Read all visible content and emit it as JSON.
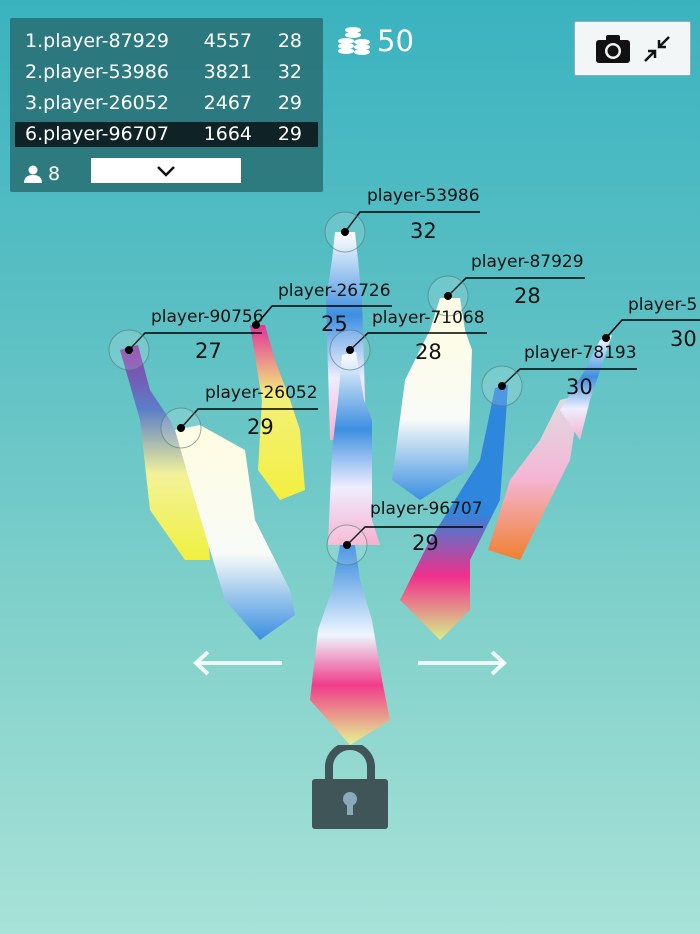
{
  "leaderboard": {
    "rows": [
      {
        "name": "1.player-87929",
        "score": "4557",
        "height": "28"
      },
      {
        "name": "2.player-53986",
        "score": "3821",
        "height": "32"
      },
      {
        "name": "3.player-26052",
        "score": "2467",
        "height": "29"
      },
      {
        "name": "6.player-96707",
        "score": "1664",
        "height": "29",
        "current": true
      }
    ],
    "player_count": "8",
    "icons": {
      "players": "user-icon",
      "expand": "chevron-down-icon"
    }
  },
  "coins": {
    "value": "50",
    "icon": "coins-stack-icon"
  },
  "camera_button": {
    "icons": [
      "camera-icon",
      "collapse-arrows-icon"
    ]
  },
  "tower_labels": [
    {
      "name": "player-53986",
      "height": "32"
    },
    {
      "name": "player-87929",
      "height": "28"
    },
    {
      "name": "player-26726",
      "height": "25"
    },
    {
      "name": "player-90756",
      "height": "27"
    },
    {
      "name": "player-71068",
      "height": "28"
    },
    {
      "name": "player-5",
      "height": "30"
    },
    {
      "name": "player-78193",
      "height": "30"
    },
    {
      "name": "player-26052",
      "height": "29"
    },
    {
      "name": "player-96707",
      "height": "29"
    }
  ],
  "controls": {
    "left": "arrow-left-icon",
    "right": "arrow-right-icon",
    "lock": "lock-icon"
  },
  "colors": {
    "panel": "#2c7378",
    "highlight_row": "#0f2326",
    "lock": "#3f5558"
  }
}
